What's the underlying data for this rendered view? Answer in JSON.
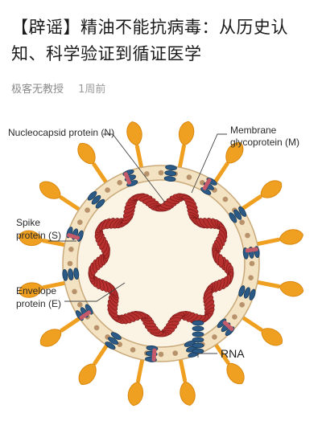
{
  "article": {
    "title": "【辟谣】精油不能抗病毒：从历史认知、科学验证到循证医学",
    "author": "极客无教授",
    "time": "1周前"
  },
  "diagram": {
    "labels": {
      "nucleocapsid": "Nucleocapsid protein (N)",
      "membrane_1": "Membrane",
      "membrane_2": "glycoprotein (M)",
      "spike_1": "Spike",
      "spike_2": "protein (S)",
      "envelope_1": "Envelope",
      "envelope_2": "protein (E)",
      "rna": "RNA"
    },
    "colors": {
      "spike": "#f0a020",
      "spike_dark": "#d9870e",
      "membrane": "#f3e3c3",
      "membrane_edge": "#c9a97a",
      "dot": "#b8926a",
      "m_protein": "#2b5a86",
      "envelope": "#c45a6a",
      "rna_coil": "#b8312f",
      "interior": "#fbf4e4"
    }
  }
}
